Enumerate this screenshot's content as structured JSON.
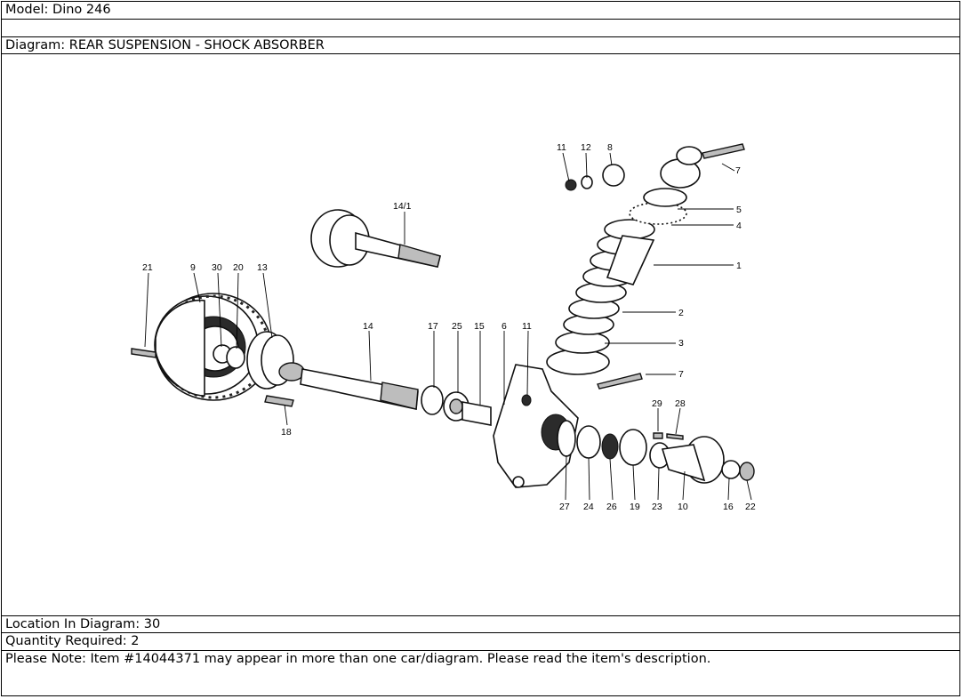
{
  "model_text": "Model: Dino 246",
  "diagram_text": "Diagram: REAR SUSPENSION - SHOCK ABSORBER",
  "location_text": "Location In Diagram: 30",
  "quantity_text": "Quantity Required: 2",
  "note_text": "Please Note: Item #14044371 may appear in more than one car/diagram. Please read the item's description.",
  "callouts": [
    "11",
    "12",
    "8",
    "7",
    "5",
    "4",
    "14/1",
    "1",
    "21",
    "9",
    "30",
    "20",
    "13",
    "2",
    "14",
    "17",
    "25",
    "15",
    "6",
    "11",
    "3",
    "7",
    "29",
    "28",
    "18",
    "27",
    "24",
    "26",
    "19",
    "23",
    "10",
    "16",
    "22"
  ]
}
